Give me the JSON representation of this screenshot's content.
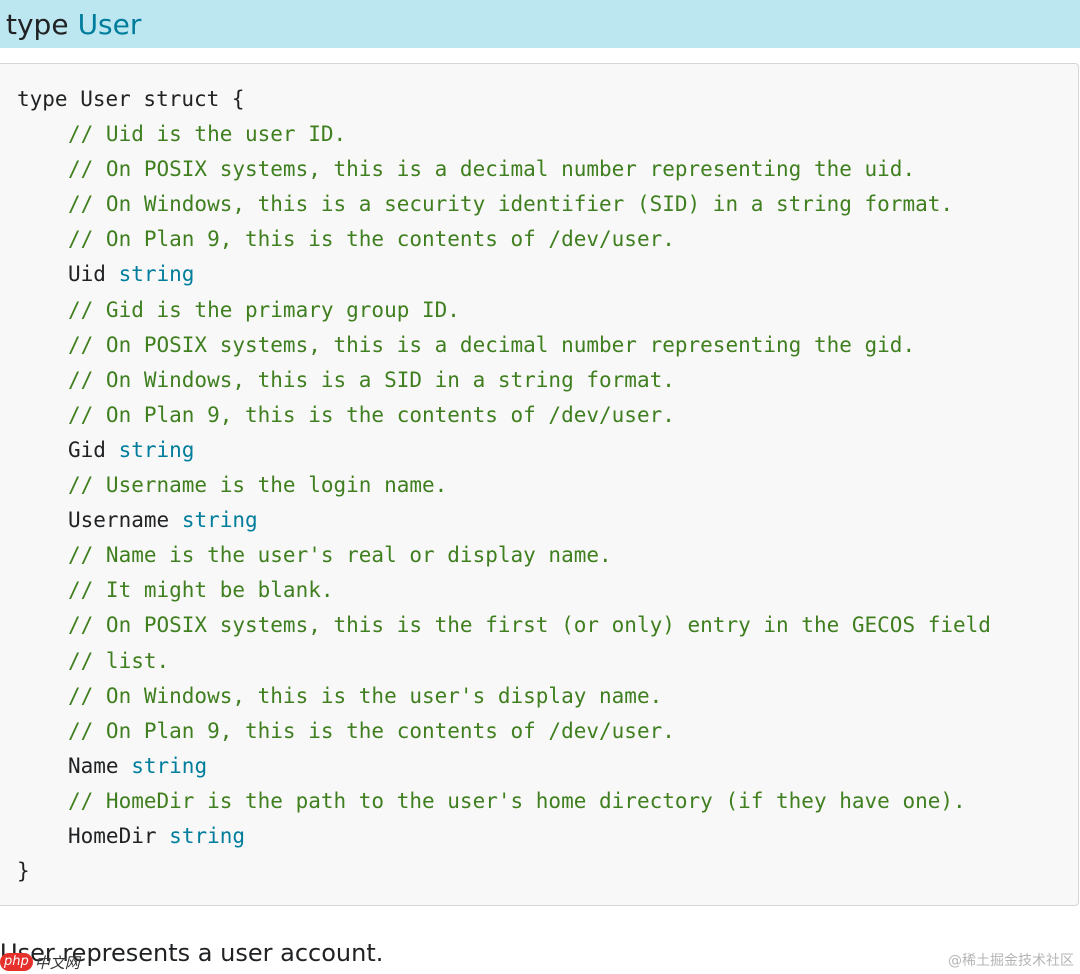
{
  "header": {
    "keyword": "type",
    "type_name": "User"
  },
  "code": {
    "open_line": "type User struct {",
    "close_line": "}",
    "body": [
      {
        "kind": "comment",
        "text": "// Uid is the user ID."
      },
      {
        "kind": "comment",
        "text": "// On POSIX systems, this is a decimal number representing the uid."
      },
      {
        "kind": "comment",
        "text": "// On Windows, this is a security identifier (SID) in a string format."
      },
      {
        "kind": "comment",
        "text": "// On Plan 9, this is the contents of /dev/user."
      },
      {
        "kind": "field",
        "name": "Uid",
        "type": "string"
      },
      {
        "kind": "comment",
        "text": "// Gid is the primary group ID."
      },
      {
        "kind": "comment",
        "text": "// On POSIX systems, this is a decimal number representing the gid."
      },
      {
        "kind": "comment",
        "text": "// On Windows, this is a SID in a string format."
      },
      {
        "kind": "comment",
        "text": "// On Plan 9, this is the contents of /dev/user."
      },
      {
        "kind": "field",
        "name": "Gid",
        "type": "string"
      },
      {
        "kind": "comment",
        "text": "// Username is the login name."
      },
      {
        "kind": "field",
        "name": "Username",
        "type": "string"
      },
      {
        "kind": "comment",
        "text": "// Name is the user's real or display name."
      },
      {
        "kind": "comment",
        "text": "// It might be blank."
      },
      {
        "kind": "comment",
        "text": "// On POSIX systems, this is the first (or only) entry in the GECOS field"
      },
      {
        "kind": "comment",
        "text": "// list."
      },
      {
        "kind": "comment",
        "text": "// On Windows, this is the user's display name."
      },
      {
        "kind": "comment",
        "text": "// On Plan 9, this is the contents of /dev/user."
      },
      {
        "kind": "field",
        "name": "Name",
        "type": "string"
      },
      {
        "kind": "comment",
        "text": "// HomeDir is the path to the user's home directory (if they have one)."
      },
      {
        "kind": "field",
        "name": "HomeDir",
        "type": "string"
      }
    ]
  },
  "description": "User represents a user account.",
  "logo": {
    "badge": "php",
    "text": "中文网"
  },
  "watermark": "@稀土掘金技术社区",
  "colors": {
    "header_bg": "#bde7f0",
    "type_name": "#007d9c",
    "comment": "#3f7f1f",
    "code_bg": "#f8f8f8"
  }
}
